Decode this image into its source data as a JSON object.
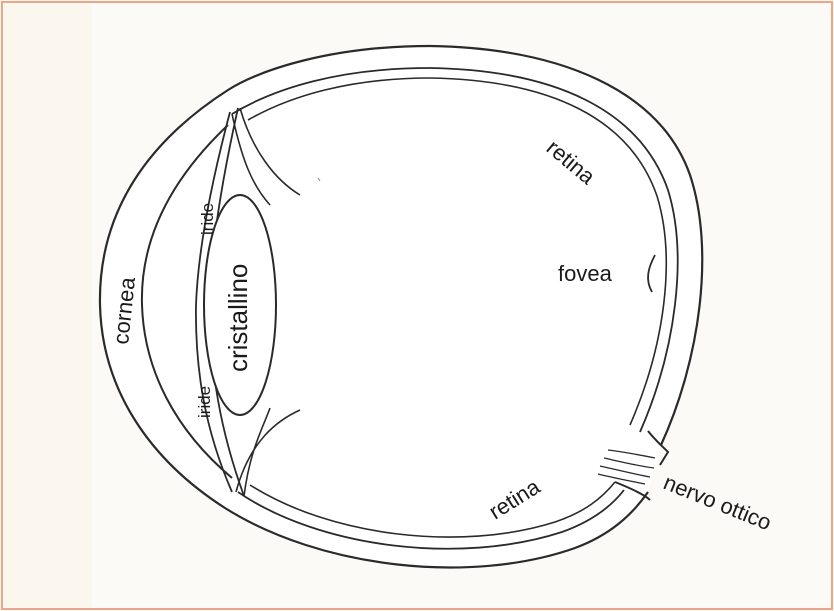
{
  "diagram": {
    "labels": {
      "cornea": "cornea",
      "iride_top": "iride",
      "iride_bottom": "iride",
      "cristallino": "cristallino",
      "retina_top": "retina",
      "fovea": "fovea",
      "retina_bottom": "retina",
      "nervo_ottico": "nervo ottico"
    }
  },
  "colors": {
    "page_background": "#fbf6ee",
    "frame_border": "#e8a68a",
    "stroke": "#2a2a2a",
    "fill": "#ffffff"
  }
}
